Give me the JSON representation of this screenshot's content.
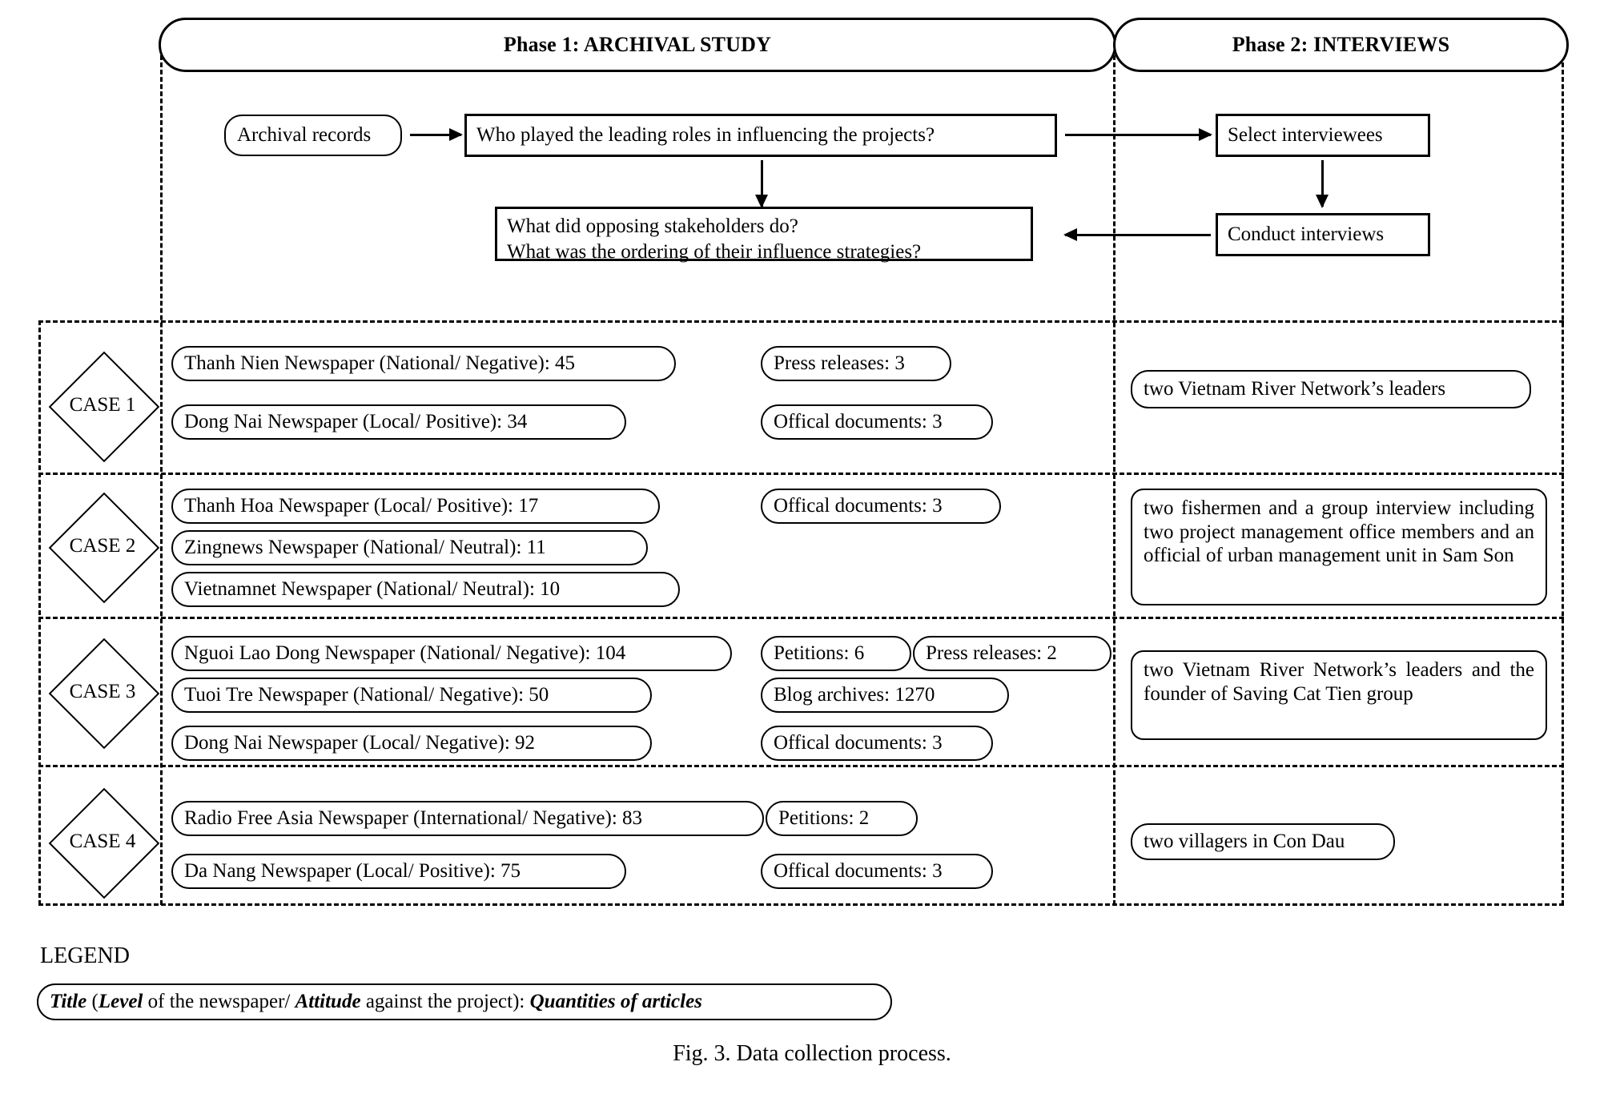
{
  "phases": {
    "phase1": "Phase 1: ARCHIVAL STUDY",
    "phase2": "Phase 2: INTERVIEWS"
  },
  "flow": {
    "archival_records": "Archival records",
    "question1": "Who played the leading roles in influencing the projects?",
    "question2_line1": "What did opposing stakeholders do?",
    "question2_line2": "What was the ordering of their influence strategies?",
    "select_interviewees": "Select interviewees",
    "conduct_interviews": "Conduct  interviews"
  },
  "cases": [
    {
      "label": "CASE 1",
      "newspapers": [
        "Thanh Nien Newspaper (National/ Negative):  45",
        "Dong Nai Newspaper (Local/ Positive):  34"
      ],
      "documents": [
        "Press releases: 3",
        "Offical documents: 3"
      ],
      "interviews": "two  Vietnam River Network’s leaders"
    },
    {
      "label": "CASE 2",
      "newspapers": [
        "Thanh Hoa Newspaper (Local/ Positive):  17",
        "Zingnews  Newspaper (National/ Neutral):  11",
        "Vietnamnet   Newspaper (National/ Neutral):  10"
      ],
      "documents": [
        "Offical documents: 3"
      ],
      "interviews": "two fishermen and a group interview including two project management office members and an official of urban management unit in Sam Son"
    },
    {
      "label": "CASE 3",
      "newspapers": [
        "Nguoi Lao Dong Newspaper (National/ Negative): 104",
        "Tuoi Tre Newspaper (National/ Negative):  50",
        "Dong Nai Newspaper (Local/ Negative):  92"
      ],
      "documents": [
        "Petitions: 6",
        "Press releases: 2",
        "Blog archives: 1270",
        "Offical documents: 3"
      ],
      "interviews": "two Vietnam River Network’s leaders and the founder of Saving Cat Tien group"
    },
    {
      "label": "CASE 4",
      "newspapers": [
        "Radio Free Asia Newspaper (International/ Negative):  83",
        "Da Nang  Newspaper (Local/ Positive):  75"
      ],
      "documents": [
        "Petitions: 2",
        "Offical documents: 3"
      ],
      "interviews": "two villagers in Con Dau"
    }
  ],
  "legend": {
    "title": "LEGEND",
    "parts": {
      "p1": "Title",
      "p2": "  (",
      "p3": "Level",
      "p4": " of the newspaper/ ",
      "p5": "Attitude",
      "p6": " against the project): ",
      "p7": "Quantities of articles"
    }
  },
  "caption": "Fig. 3. Data collection process."
}
